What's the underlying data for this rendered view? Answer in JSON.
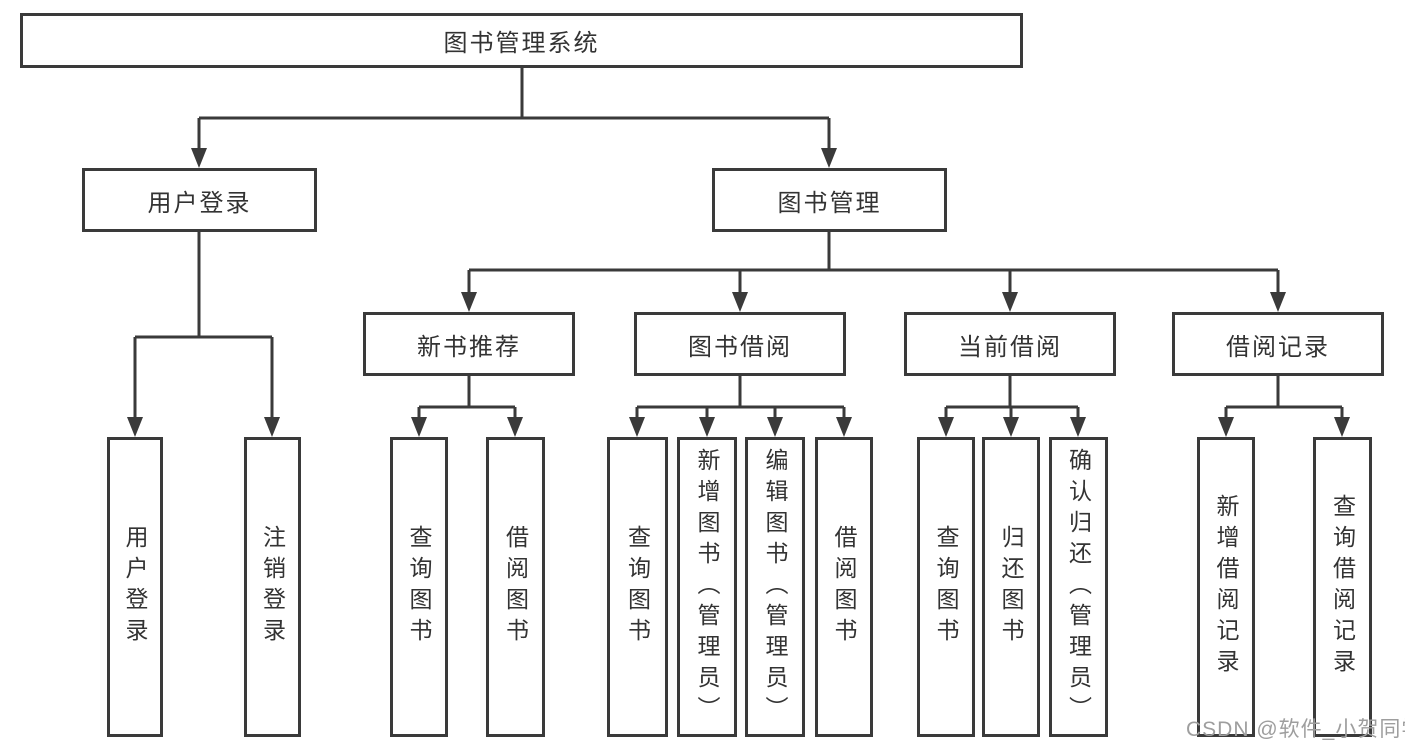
{
  "diagram": {
    "type": "hierarchy-tree",
    "orientation": "top-down",
    "colors": {
      "line": "#3a3a3a",
      "box_border": "#3a3a3a",
      "text": "#333333",
      "background": "#ffffff",
      "watermark": "#9e9e9e"
    }
  },
  "tree": {
    "label": "图书管理系统",
    "children": [
      {
        "label": "用户登录",
        "children": [
          {
            "label": "用户登录"
          },
          {
            "label": "注销登录"
          }
        ]
      },
      {
        "label": "图书管理",
        "children": [
          {
            "label": "新书推荐",
            "children": [
              {
                "label": "查询图书"
              },
              {
                "label": "借阅图书"
              }
            ]
          },
          {
            "label": "图书借阅",
            "children": [
              {
                "label": "查询图书"
              },
              {
                "label": "新增图书（管理员）"
              },
              {
                "label": "编辑图书（管理员）"
              },
              {
                "label": "借阅图书"
              }
            ]
          },
          {
            "label": "当前借阅",
            "children": [
              {
                "label": "查询图书"
              },
              {
                "label": "归还图书"
              },
              {
                "label": "确认归还（管理员）"
              }
            ]
          },
          {
            "label": "借阅记录",
            "children": [
              {
                "label": "新增借阅记录"
              },
              {
                "label": "查询借阅记录"
              }
            ]
          }
        ]
      }
    ]
  },
  "watermark": {
    "text": "CSDN @软件_小贺同学"
  }
}
